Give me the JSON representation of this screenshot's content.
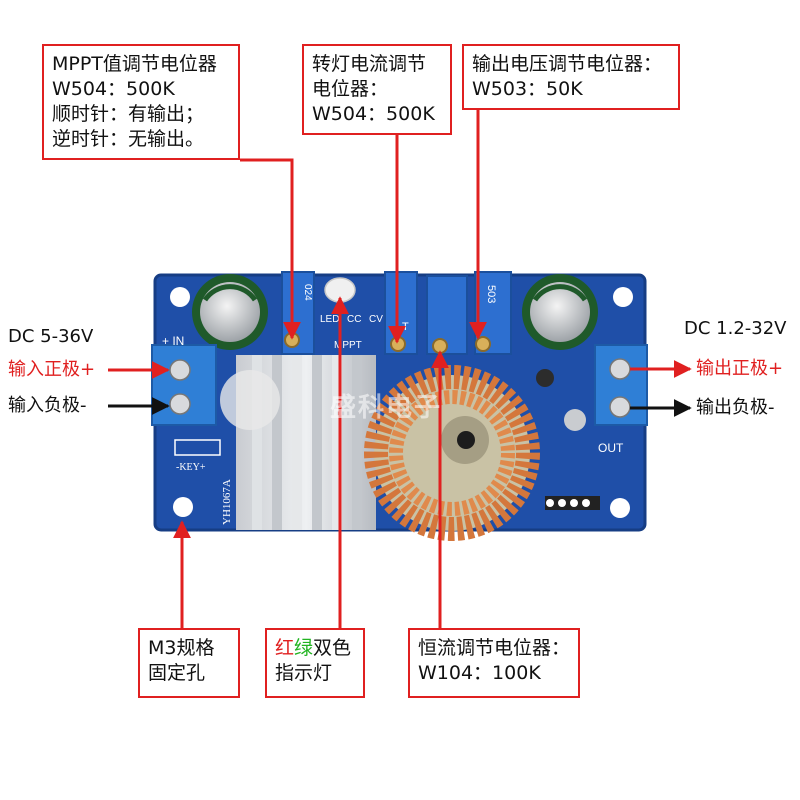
{
  "callouts": {
    "mppt": {
      "lines": [
        "MPPT值调节电位器",
        "W504：500K",
        "顺时针：有输出；",
        "逆时针：无输出。"
      ]
    },
    "lamp_current": {
      "lines": [
        "转灯电流调节",
        "电位器：",
        "W504：500K"
      ]
    },
    "voltage": {
      "lines": [
        "输出电压调节电位器：",
        "W503：50K"
      ]
    },
    "mount_hole": {
      "lines": [
        "M3规格",
        "固定孔"
      ]
    },
    "led": {
      "part1": "红",
      "part2": "绿",
      "part3": "双色",
      "line2": "指示灯"
    },
    "cc_pot": {
      "lines": [
        "恒流调节电位器：",
        "W104：100K"
      ]
    }
  },
  "inputs": {
    "range": "DC 5-36V",
    "positive": "输入正极+",
    "negative": "输入负极-"
  },
  "outputs": {
    "range": "DC 1.2-32V",
    "positive": "输出正极+",
    "negative": "输出负极-"
  },
  "board": {
    "silkscreen": {
      "in": "+ IN",
      "out": "OUT",
      "key": "-KEY+",
      "led_row": [
        "LED",
        "CC",
        "CV"
      ],
      "mppt": "MPPT",
      "model": "YH1067A",
      "pot_codes": [
        "024",
        "T",
        "503"
      ]
    },
    "watermark": "盛科电子"
  },
  "colors": {
    "callout_border": "#e02020",
    "pcb_blue": "#1f4fa8",
    "terminal_blue": "#2f7fd6",
    "copper": "#d4773c",
    "arrow_red": "#e02020",
    "arrow_black": "#111111"
  }
}
